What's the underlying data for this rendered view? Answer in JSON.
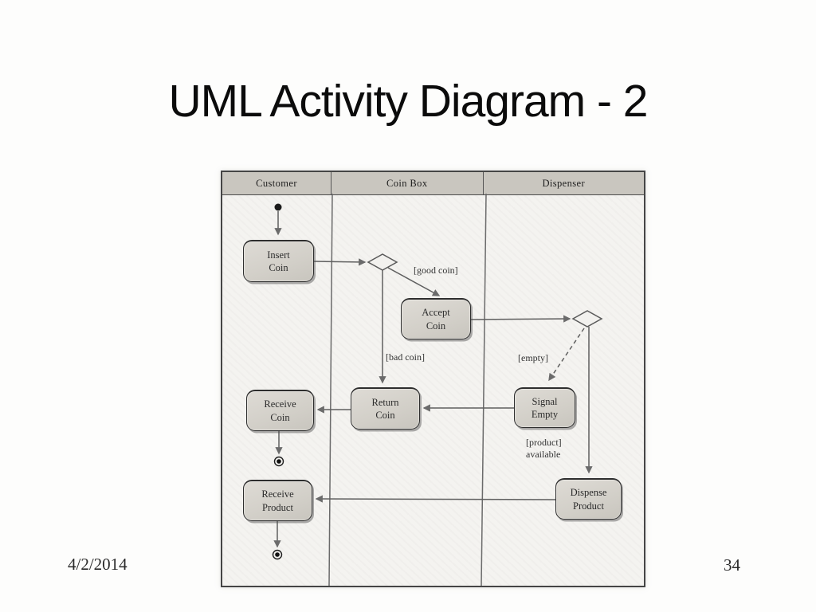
{
  "slide": {
    "title": "UML Activity Diagram - 2",
    "footer": {
      "date": "4/2/2014",
      "page_number": "34"
    }
  },
  "diagram": {
    "lanes": [
      {
        "label": "Customer"
      },
      {
        "label": "Coin Box"
      },
      {
        "label": "Dispenser"
      }
    ],
    "nodes": {
      "insert_coin": "Insert\nCoin",
      "accept_coin": "Accept\nCoin",
      "return_coin": "Return\nCoin",
      "receive_coin": "Receive\nCoin",
      "signal_empty": "Signal\nEmpty",
      "receive_product": "Receive\nProduct",
      "dispense_product": "Dispense\nProduct"
    },
    "guards": {
      "good_coin": "[good coin]",
      "bad_coin": "[bad coin]",
      "empty": "[empty]",
      "product_available": "[product]\navailable"
    },
    "colors": {
      "node_fill": "#d5d2cb",
      "scan_background": "#f4f3f0",
      "connector": "#5f5f5f"
    }
  }
}
